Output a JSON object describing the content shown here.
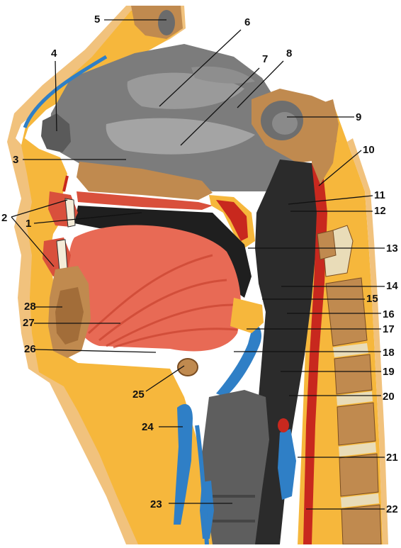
{
  "figure": {
    "labels": [
      "1",
      "2",
      "3",
      "4",
      "5",
      "6",
      "7",
      "8",
      "9",
      "10",
      "11",
      "12",
      "13",
      "14",
      "15",
      "16",
      "17",
      "18",
      "19",
      "20",
      "21",
      "22",
      "23",
      "24",
      "25",
      "26",
      "27",
      "28"
    ]
  },
  "colors": {
    "skin": "#f1c27d",
    "fat": "#f6b73c",
    "bone": "#c08a4f",
    "bone_dark": "#8e5a2b",
    "muscle": "#d9503c",
    "tongue": "#e86a55",
    "cavity_dark": "#2b2b2b",
    "mucosa_gray": "#7c7c7c",
    "pharynx_gray": "#5e5e5e",
    "cartilage_blue": "#2f7fc6",
    "red": "#c8281e",
    "disc": "#e9dcb8"
  }
}
